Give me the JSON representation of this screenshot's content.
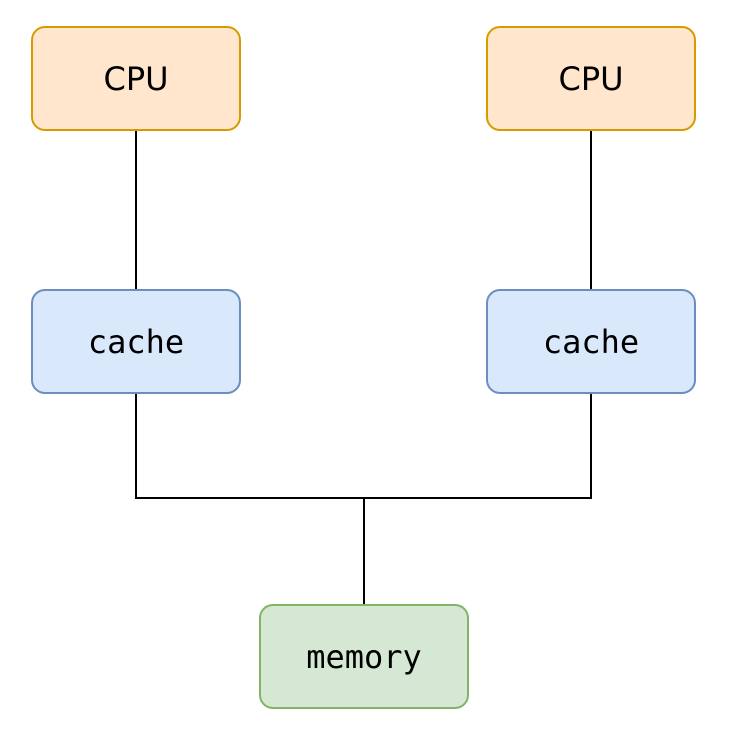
{
  "nodes": {
    "cpu_left": {
      "label": "CPU"
    },
    "cpu_right": {
      "label": "CPU"
    },
    "cache_left": {
      "label": "cache"
    },
    "cache_right": {
      "label": "cache"
    },
    "memory": {
      "label": "memory"
    }
  },
  "colors": {
    "cpu_fill": "#ffe6cc",
    "cpu_stroke": "#d79b00",
    "cache_fill": "#dae8fc",
    "cache_stroke": "#6c8ebf",
    "memory_fill": "#d5e8d4",
    "memory_stroke": "#82b366",
    "connector": "#000000"
  }
}
